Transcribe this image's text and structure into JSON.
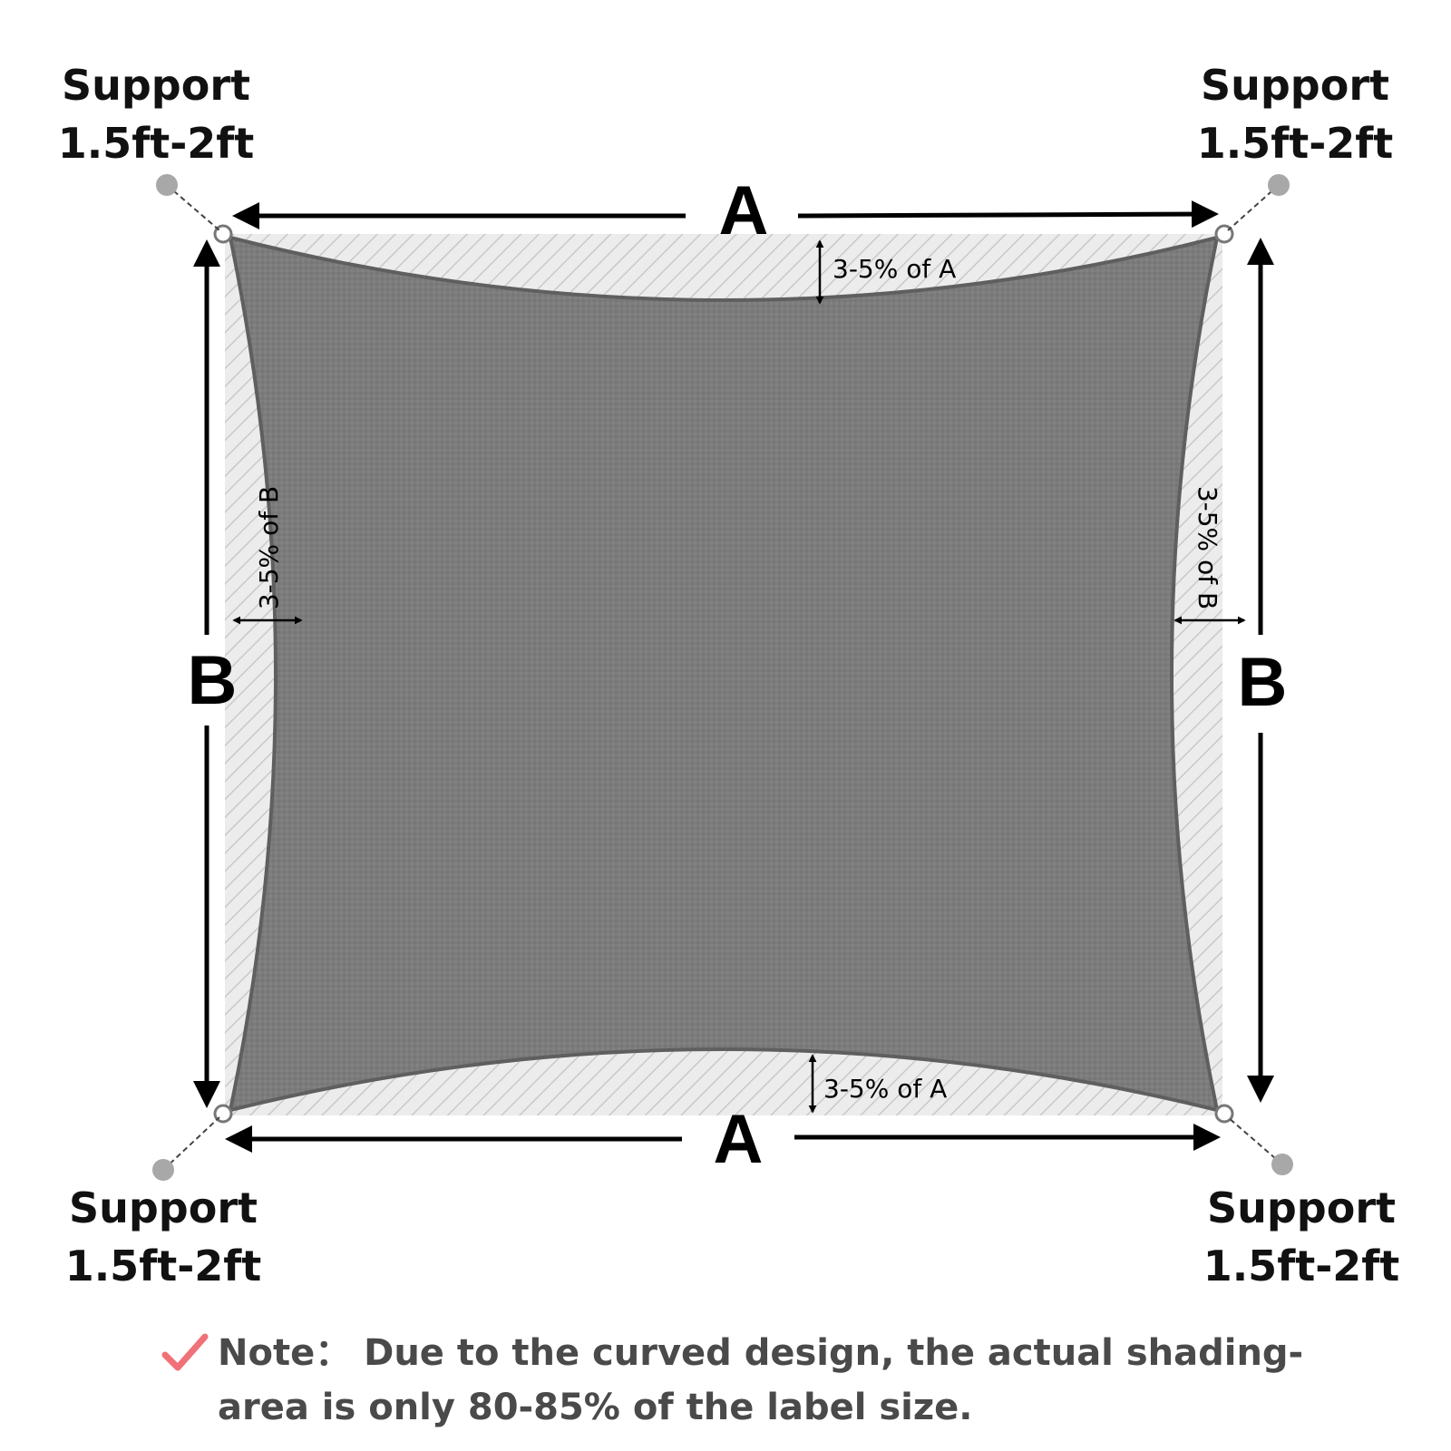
{
  "supports": {
    "top_left": {
      "line1": "Support",
      "line2": "1.5ft-2ft"
    },
    "top_right": {
      "line1": "Support",
      "line2": "1.5ft-2ft"
    },
    "bottom_left": {
      "line1": "Support",
      "line2": "1.5ft-2ft"
    },
    "bottom_right": {
      "line1": "Support",
      "line2": "1.5ft-2ft"
    }
  },
  "dimensions": {
    "top": "A",
    "bottom": "A",
    "left": "B",
    "right": "B"
  },
  "curve_labels": {
    "top": "3-5% of A",
    "bottom": "3-5% of A",
    "left": "3-5% of B",
    "right": "3-5% of B"
  },
  "note": {
    "line1": "Note： Due to the curved design, the actual shading-",
    "line2": "area is only 80-85% of the label size."
  },
  "colors": {
    "sail": "#7a7a7a",
    "hatch_bg": "#ececec",
    "hatch_line": "#c9c9c9",
    "support_dot": "#a8a8a8",
    "check": "#f07178",
    "note_text": "#4a4a4a"
  }
}
